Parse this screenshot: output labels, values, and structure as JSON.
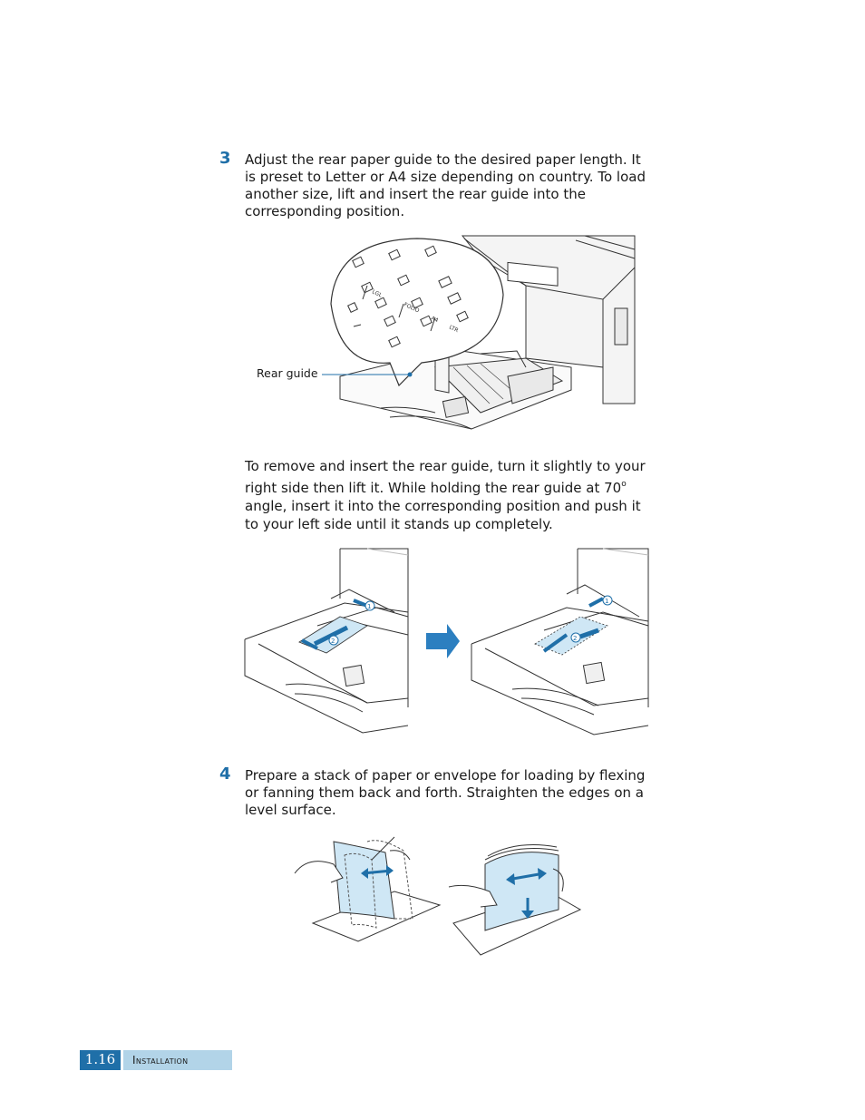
{
  "steps": [
    {
      "number": "3",
      "text": "Adjust the rear paper guide to the desired paper length. It is preset to Letter or A4 size depending on country. To load another size, lift and insert the rear guide into the corresponding position."
    },
    {
      "number": "4",
      "text": "Prepare a stack of paper or envelope for loading by flexing or fanning them back and forth. Straighten the edges on a level surface."
    }
  ],
  "figure1": {
    "callout": "Rear guide",
    "zoom_labels": [
      "LGL",
      "FOLIO",
      "A4",
      "LTR"
    ]
  },
  "remove_note": {
    "text_before": "To remove and insert the rear guide, turn it slightly to your right side then lift it. While holding the rear guide at 70",
    "degree": "o",
    "text_after": " angle, insert it into the corresponding position and push it to your left side until it stands up completely."
  },
  "figure2": {
    "marker_1": "1",
    "marker_2": "2"
  },
  "footer": {
    "page_number": "1.16",
    "section": "Installation"
  },
  "colors": {
    "accent": "#1f6fa8",
    "accent_light": "#b2d4e8",
    "paper_blue": "#cfe7f5"
  }
}
